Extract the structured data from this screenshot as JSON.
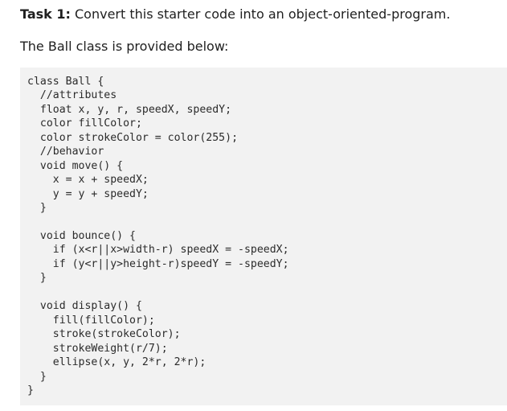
{
  "task": {
    "label": "Task 1:",
    "text": " Convert this starter code into an object-oriented-program."
  },
  "intro": "The Ball class is provided below:",
  "code": "class Ball {\n  //attributes\n  float x, y, r, speedX, speedY;\n  color fillColor;\n  color strokeColor = color(255);\n  //behavior\n  void move() {\n    x = x + speedX;\n    y = y + speedY;\n  }\n\n  void bounce() {\n    if (x<r||x>width-r) speedX = -speedX;\n    if (y<r||y>height-r)speedY = -speedY;\n  }\n\n  void display() {\n    fill(fillColor);\n    stroke(strokeColor);\n    strokeWeight(r/7);\n    ellipse(x, y, 2*r, 2*r);\n  }\n}"
}
